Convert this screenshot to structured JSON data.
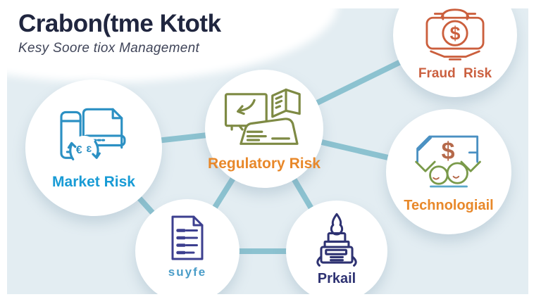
{
  "header": {
    "title": "Crabon(tme Ktotk",
    "subtitle": "Kesy Soore tiox Management"
  },
  "nodes": [
    {
      "id": "market",
      "label": "Market Risk",
      "label_color": "#189bd5",
      "icon": "devices-currency-cycle-icon",
      "icon_color": "#2b90c3"
    },
    {
      "id": "regulatory",
      "label": "Regulatory Risk",
      "label_color": "#e8882a",
      "icon": "board-book-printer-icon",
      "icon_color": "#7e8a44"
    },
    {
      "id": "fraud",
      "label": "Fraud Risk",
      "label_color": "#cb6040",
      "icon": "camera-dollar-icon",
      "icon_color": "#cb5f3d"
    },
    {
      "id": "technologiail",
      "label": "Technologiail",
      "label_color": "#e8882a",
      "icon": "folder-dollar-heads-icon",
      "icon_color": "#7a9a4a"
    },
    {
      "id": "suyfe",
      "label": "suyfe",
      "label_color": "#4a9dc8",
      "icon": "checklist-document-icon",
      "icon_color": "#3c3f8f"
    },
    {
      "id": "prkail",
      "label": "Prkail",
      "label_color": "#2e3272",
      "icon": "candle-holder-icon",
      "icon_color": "#2e3272"
    }
  ],
  "connections": [
    [
      "market",
      "regulatory"
    ],
    [
      "market",
      "suyfe"
    ],
    [
      "regulatory",
      "suyfe"
    ],
    [
      "regulatory",
      "fraud"
    ],
    [
      "regulatory",
      "technologiail"
    ],
    [
      "regulatory",
      "prkail"
    ],
    [
      "suyfe",
      "prkail"
    ]
  ],
  "colors": {
    "panel_background": "#e3edf2",
    "connector": "#8cc2d0",
    "title": "#20263f",
    "subtitle": "#3f4458",
    "node_fill": "#ffffff"
  }
}
